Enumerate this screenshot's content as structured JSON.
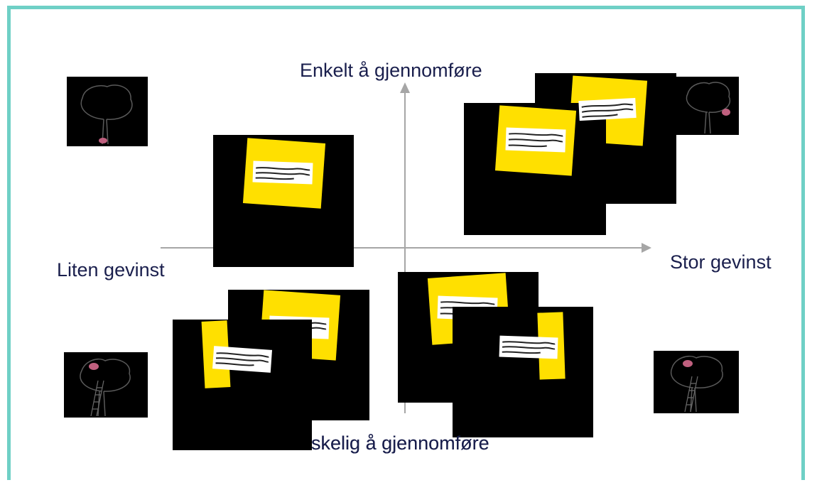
{
  "labels": {
    "top": "Enkelt å gjennomføre",
    "bottom": "Vanskelig å gjennomføre",
    "left": "Liten gevinst",
    "right": "Stor gevinst"
  },
  "colors": {
    "frame": "#6fd0c6",
    "axis": "#a6a6a6",
    "note": "#ffe000",
    "text": "#1a1f4d"
  },
  "images": {
    "top_left": "tree-with-low-fruit",
    "top_right": "tree-with-fruit",
    "bottom_left": "tree-with-ladder",
    "bottom_right": "tree-with-ladder-and-fruit"
  }
}
